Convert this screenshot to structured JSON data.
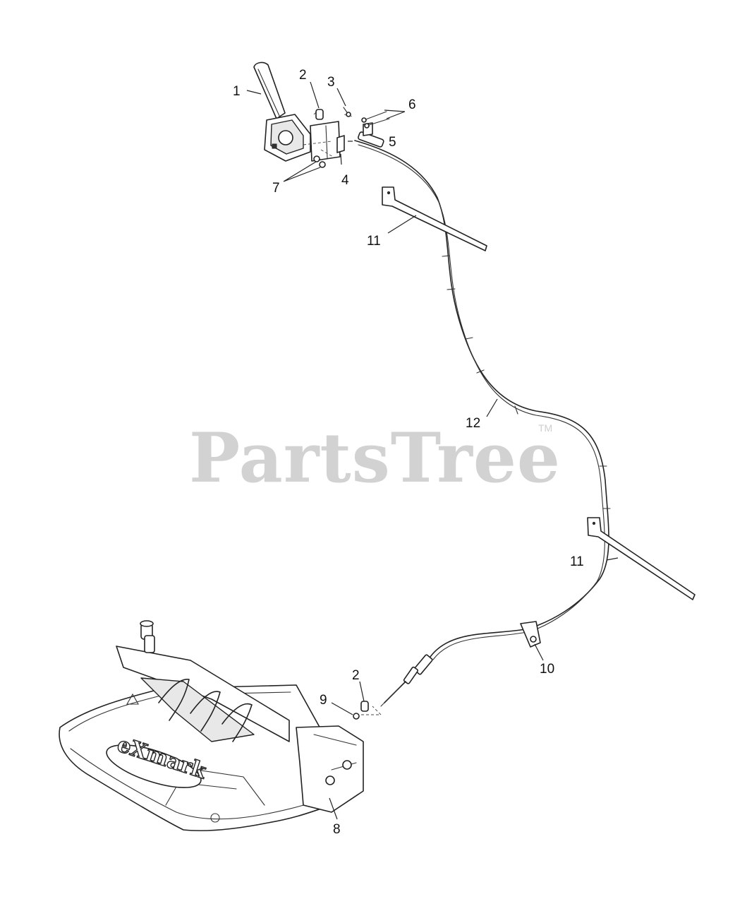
{
  "watermark": {
    "text": "PartsTree",
    "trademark": "TM"
  },
  "callouts": {
    "c1": "1",
    "c2": "2",
    "c2b": "2",
    "c3": "3",
    "c4": "4",
    "c5": "5",
    "c6": "6",
    "c7": "7",
    "c8": "8",
    "c9": "9",
    "c10": "10",
    "c11": "11",
    "c11b": "11",
    "c12": "12"
  },
  "seat_logo": {
    "text": "eXmark"
  }
}
